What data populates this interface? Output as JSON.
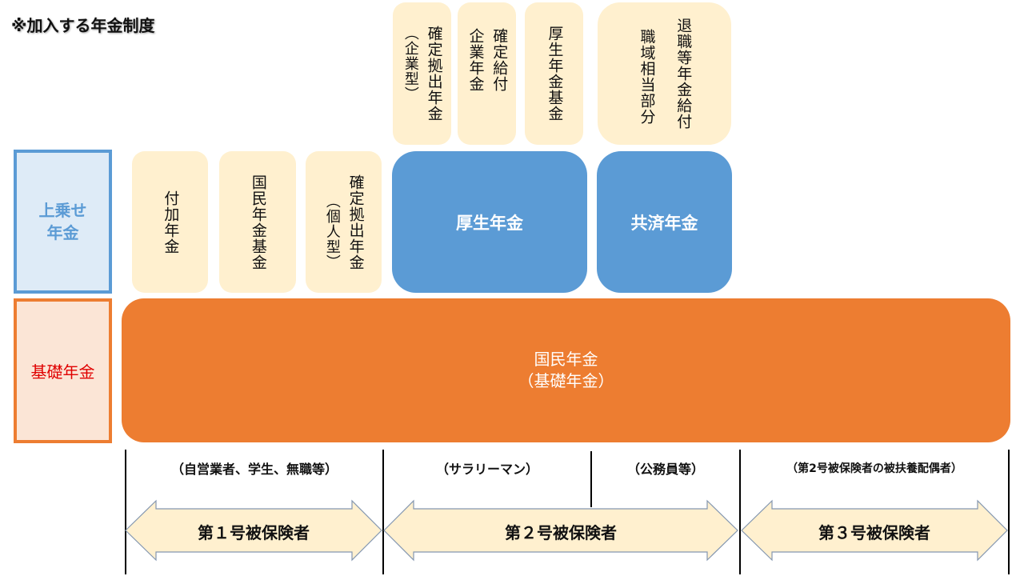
{
  "title": "※加入する年金制度",
  "row_labels": {
    "upper": "上乗せ\n年金",
    "base": "基礎年金"
  },
  "top_tier": [
    {
      "id": "dc-corporate",
      "main": "確定拠出年金",
      "sub": "（企業型）"
    },
    {
      "id": "db-corporate",
      "main": "確定給付",
      "sub": "企業年金"
    },
    {
      "id": "employees-pension-fund",
      "main": "厚生年金基金"
    },
    {
      "id": "retirement-benefit",
      "main": "退職等年金給付",
      "sub": "職域相当部分"
    }
  ],
  "middle_tier": {
    "cream": [
      {
        "id": "additional-pension",
        "main": "付加年金"
      },
      {
        "id": "national-pension-fund",
        "main": "国民年金基金"
      },
      {
        "id": "dc-individual",
        "main": "確定拠出年金",
        "sub": "（個人型）"
      }
    ],
    "blue": [
      {
        "id": "employees-pension",
        "label": "厚生年金"
      },
      {
        "id": "mutual-aid-pension",
        "label": "共済年金"
      }
    ]
  },
  "base_tier": {
    "line1": "国民年金",
    "line2": "（基礎年金）"
  },
  "groups": [
    {
      "id": "group-1",
      "description": "（自営業者、学生、無職等）"
    },
    {
      "id": "group-2a",
      "description": "（サラリーマン）"
    },
    {
      "id": "group-2b",
      "description": "（公務員等）"
    },
    {
      "id": "group-3",
      "description": "（第2号被保険者の被扶養配偶者）"
    }
  ],
  "arrows": [
    {
      "id": "insured-1",
      "label": "第１号被保険者"
    },
    {
      "id": "insured-2",
      "label": "第２号被保険者"
    },
    {
      "id": "insured-3",
      "label": "第３号被保険者"
    }
  ],
  "colors": {
    "cream": "#fff0cf",
    "blue": "#5b9bd5",
    "orange": "#ed7d31",
    "arrow_fill": "#fff0cf",
    "arrow_stroke": "#8497b0",
    "base_label_text": "#e00000"
  }
}
